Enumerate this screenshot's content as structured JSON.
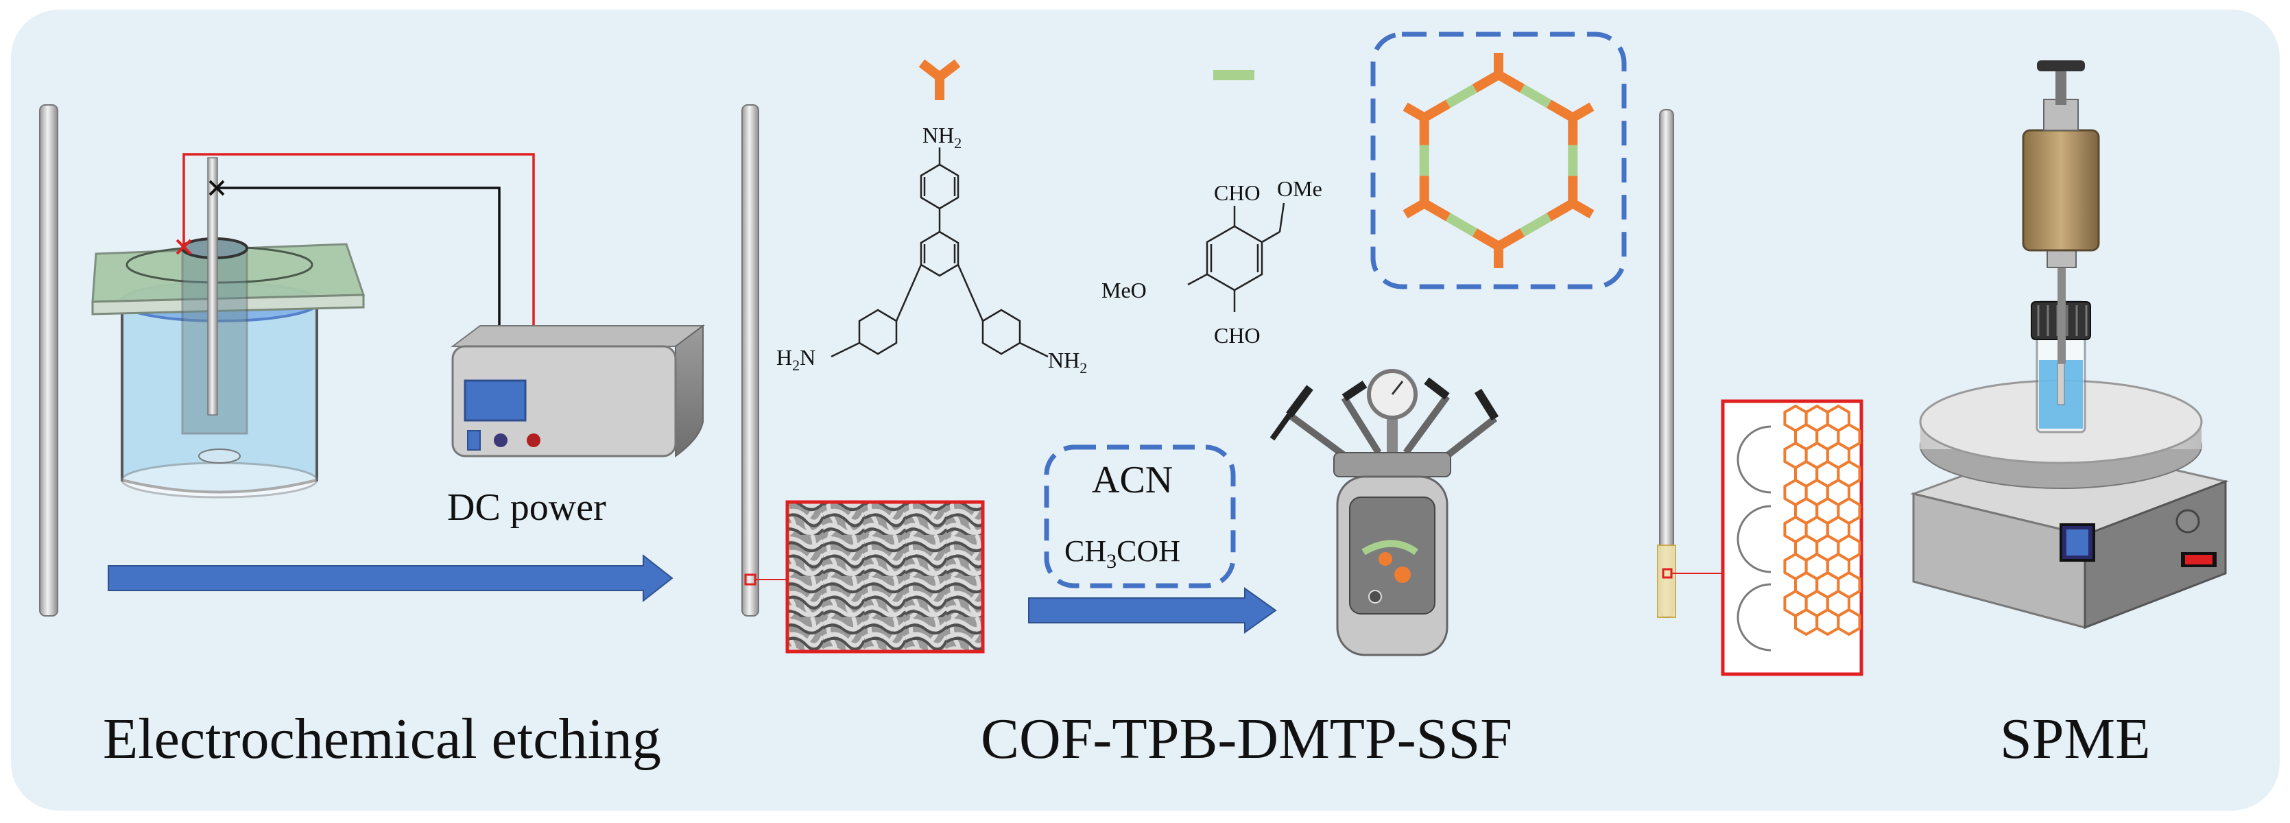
{
  "stages": {
    "etching_label": "Electrochemical etching",
    "cof_label": "COF-TPB-DMTP-SSF",
    "spme_label": "SPME"
  },
  "power_supply": {
    "label": "DC power",
    "pos": "+",
    "neg": "−"
  },
  "monomers": {
    "tpb": {
      "nh2_top": "NH",
      "nh2_left": "H",
      "nh2_right": "NH",
      "sub2": "2"
    },
    "dmtp": {
      "cho_top": "CHO",
      "cho_bottom": "CHO",
      "ome_right": "OMe",
      "ome_left": "MeO"
    }
  },
  "solvents": {
    "acn": "ACN",
    "acid_main": "CH",
    "acid_sub": "3",
    "acid_rest": "COH"
  },
  "colors": {
    "background": "#e6f0f7",
    "arrow_blue": "#4472c4",
    "node_orange": "#ee7d31",
    "linker_green": "#a9d18e",
    "frame_red": "#e02020",
    "dash_blue": "#4472c4"
  }
}
